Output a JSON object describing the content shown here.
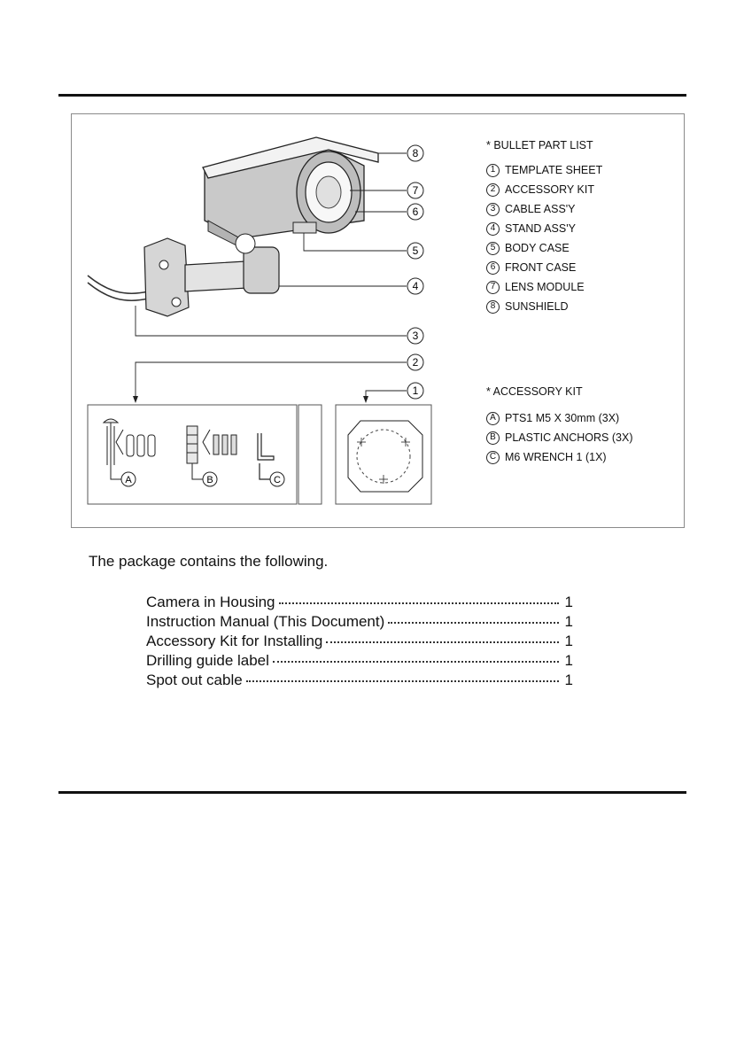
{
  "figure": {
    "callouts": [
      "8",
      "7",
      "6",
      "5",
      "4",
      "3",
      "2",
      "1"
    ],
    "kit_callouts": [
      "A",
      "B",
      "C"
    ],
    "parts_list": {
      "title": "* BULLET PART LIST",
      "items": [
        {
          "num": "1",
          "label": "TEMPLATE SHEET"
        },
        {
          "num": "2",
          "label": "ACCESSORY KIT"
        },
        {
          "num": "3",
          "label": "CABLE ASS'Y"
        },
        {
          "num": "4",
          "label": "STAND ASS'Y"
        },
        {
          "num": "5",
          "label": "BODY CASE"
        },
        {
          "num": "6",
          "label": "FRONT CASE"
        },
        {
          "num": "7",
          "label": "LENS MODULE"
        },
        {
          "num": "8",
          "label": "SUNSHIELD"
        }
      ]
    },
    "accessory_kit": {
      "title": "* ACCESSORY KIT",
      "items": [
        {
          "letter": "A",
          "label": "PTS1 M5 X 30mm (3X)"
        },
        {
          "letter": "B",
          "label": "PLASTIC ANCHORS (3X)"
        },
        {
          "letter": "C",
          "label": "M6 WRENCH 1 (1X)"
        }
      ]
    }
  },
  "intro": "The package contains the following.",
  "contents": [
    {
      "item": "Camera in Housing",
      "qty": "1"
    },
    {
      "item": "Instruction Manual (This Document)",
      "qty": "1"
    },
    {
      "item": "Accessory Kit for Installing",
      "qty": "1"
    },
    {
      "item": "Drilling guide label",
      "qty": "1"
    },
    {
      "item": "Spot out cable",
      "qty": "1"
    }
  ]
}
